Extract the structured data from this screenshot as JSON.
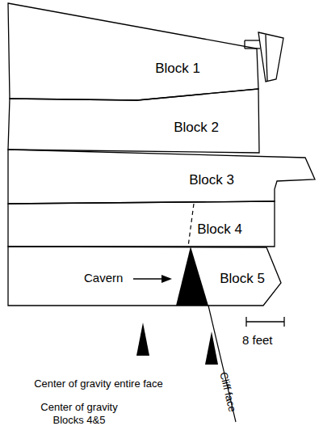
{
  "diagram": {
    "nodes": [
      {
        "text": [
          "Block 1"
        ]
      },
      {
        "text": [
          "Block 2"
        ]
      },
      {
        "text": [
          "Block 3"
        ]
      },
      {
        "text": [
          "Block 4"
        ]
      },
      {
        "text": [
          "Block 5"
        ]
      }
    ],
    "labels": [
      "Cavern",
      "Center of gravity entire face",
      "Center of gravity Blocks 4&5",
      "8 feet",
      "Cliff face"
    ]
  }
}
